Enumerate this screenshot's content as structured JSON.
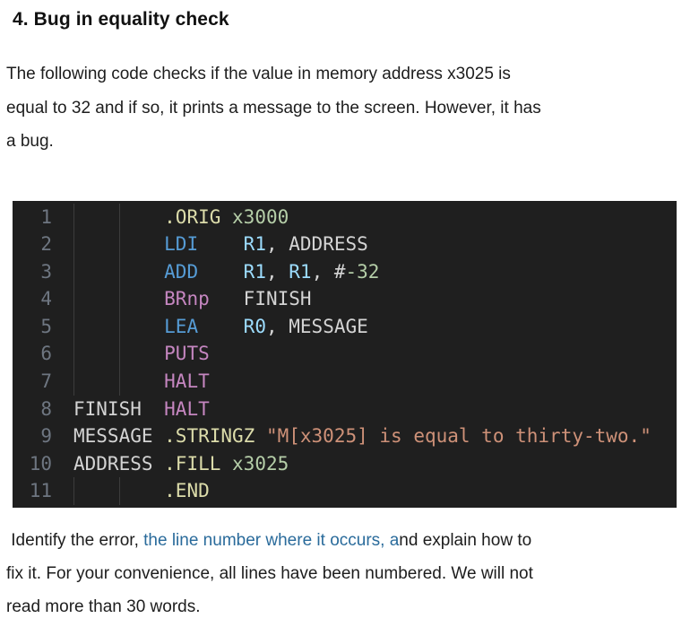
{
  "heading": "4. Bug in equality check",
  "intro": {
    "line1": "The following code checks if the value in memory address x3025 is",
    "line2": "equal to 32 and if so, it prints a message to the screen. However, it has",
    "line3": "a bug."
  },
  "outro": {
    "line1_before": " Identify the error, ",
    "line1_link": "the line number where it occurs, a",
    "line1_after": "nd explain how to",
    "line2": "fix it. For your convenience, all lines have been numbered. We will not",
    "line3": "read more than 30 words."
  },
  "link_color": "#2a6b9b",
  "code": {
    "language": "lc3-assembly",
    "palette": {
      "bg": "#1f1f1f",
      "gutter": "#6e7681",
      "guide": "#3c3c3c",
      "plain": "#d4d4d4",
      "kw": "#569cd6",
      "reg": "#9cdcfe",
      "num": "#b5cea8",
      "dir": "#dcdcaa",
      "ctrl": "#c586c0",
      "str": "#ce9178"
    },
    "lines": [
      {
        "num": "1",
        "guides": true,
        "tokens": [
          [
            "        ",
            "plain"
          ],
          [
            ".ORIG",
            "dir"
          ],
          [
            " ",
            "plain"
          ],
          [
            "x3000",
            "num"
          ]
        ]
      },
      {
        "num": "2",
        "guides": true,
        "tokens": [
          [
            "        ",
            "plain"
          ],
          [
            "LDI",
            "kw"
          ],
          [
            "    ",
            "plain"
          ],
          [
            "R1",
            "reg"
          ],
          [
            ", ",
            "plain"
          ],
          [
            "ADDRESS",
            "plain"
          ]
        ]
      },
      {
        "num": "3",
        "guides": true,
        "tokens": [
          [
            "        ",
            "plain"
          ],
          [
            "ADD",
            "kw"
          ],
          [
            "    ",
            "plain"
          ],
          [
            "R1",
            "reg"
          ],
          [
            ", ",
            "plain"
          ],
          [
            "R1",
            "reg"
          ],
          [
            ", #",
            "plain"
          ],
          [
            "-32",
            "num"
          ]
        ]
      },
      {
        "num": "4",
        "guides": true,
        "tokens": [
          [
            "        ",
            "plain"
          ],
          [
            "BRnp",
            "ctrl"
          ],
          [
            "   ",
            "plain"
          ],
          [
            "FINISH",
            "plain"
          ]
        ]
      },
      {
        "num": "5",
        "guides": true,
        "tokens": [
          [
            "        ",
            "plain"
          ],
          [
            "LEA",
            "kw"
          ],
          [
            "    ",
            "plain"
          ],
          [
            "R0",
            "reg"
          ],
          [
            ", ",
            "plain"
          ],
          [
            "MESSAGE",
            "plain"
          ]
        ]
      },
      {
        "num": "6",
        "guides": true,
        "tokens": [
          [
            "        ",
            "plain"
          ],
          [
            "PUTS",
            "ctrl"
          ]
        ]
      },
      {
        "num": "7",
        "guides": true,
        "tokens": [
          [
            "        ",
            "plain"
          ],
          [
            "HALT",
            "ctrl"
          ]
        ]
      },
      {
        "num": "8",
        "guides": false,
        "tokens": [
          [
            "FINISH  ",
            "plain"
          ],
          [
            "HALT",
            "ctrl"
          ]
        ]
      },
      {
        "num": "9",
        "guides": false,
        "tokens": [
          [
            "MESSAGE ",
            "plain"
          ],
          [
            ".STRINGZ",
            "dir"
          ],
          [
            " ",
            "plain"
          ],
          [
            "\"M[x3025] is equal to thirty-two.\"",
            "str"
          ]
        ]
      },
      {
        "num": "10",
        "guides": false,
        "tokens": [
          [
            "ADDRESS ",
            "plain"
          ],
          [
            ".FILL",
            "dir"
          ],
          [
            " ",
            "plain"
          ],
          [
            "x3025",
            "num"
          ]
        ]
      },
      {
        "num": "11",
        "guides": true,
        "tokens": [
          [
            "        ",
            "plain"
          ],
          [
            ".END",
            "dir"
          ]
        ]
      }
    ]
  }
}
